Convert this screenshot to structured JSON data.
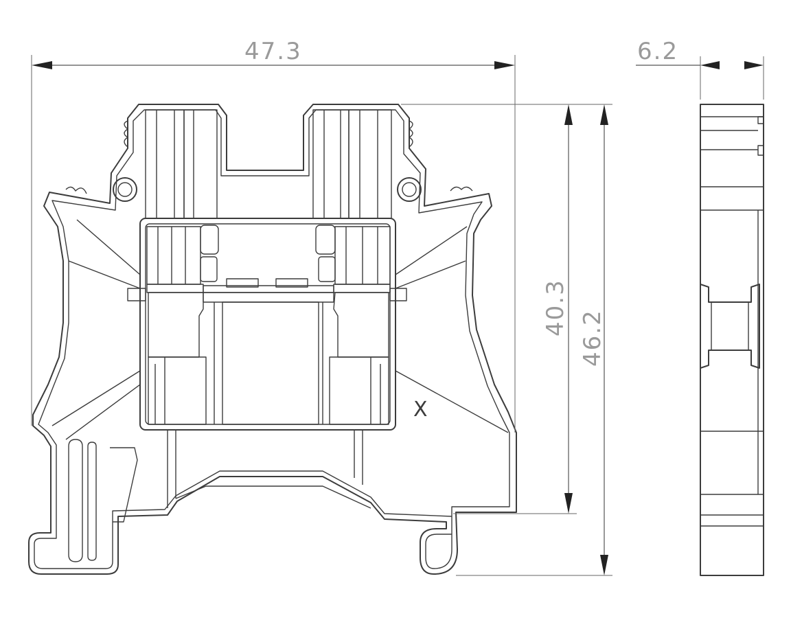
{
  "dimensions": {
    "overall_width": "47.3",
    "side_thickness": "6.2",
    "inner_height": "40.3",
    "overall_height": "46.2"
  },
  "marking": "X"
}
